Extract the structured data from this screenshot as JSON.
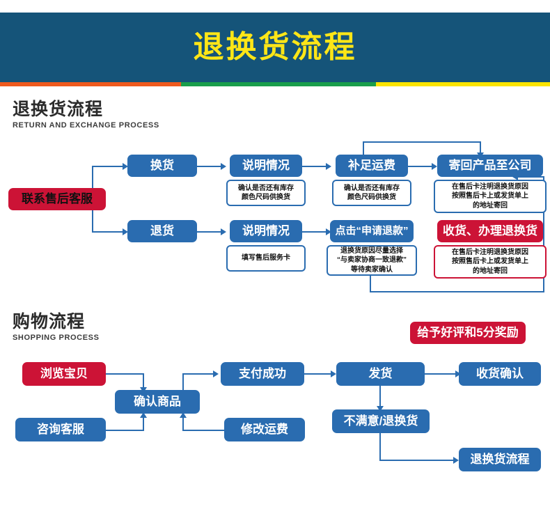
{
  "banner": {
    "title": "退换货流程"
  },
  "stripe_colors": {
    "orange": "#ef5a1e",
    "green": "#1a9e4b",
    "yellow": "#fbe400"
  },
  "theme": {
    "header_blue": "#155479",
    "node_blue": "#2a6cb0",
    "node_red": "#cc1336",
    "title_yellow": "#ffe617"
  },
  "sections": [
    {
      "cn": "退换货流程",
      "en": "RETURN AND EXCHANGE PROCESS"
    },
    {
      "cn": "购物流程",
      "en": "SHOPPING PROCESS"
    }
  ],
  "return_flow": {
    "start": {
      "label": "联系售后客服",
      "color": "red"
    },
    "row1": {
      "n1": {
        "label": "换货"
      },
      "n2": {
        "label": "说明情况",
        "note": "确认是否还有库存\n颜色尺码供换货"
      },
      "n3": {
        "label": "补足运费",
        "note": "确认是否还有库存\n颜色尺码供换货"
      },
      "n4": {
        "label": "寄回产品至公司",
        "note": "在售后卡注明退换货原因\n按照售后卡上或发货单上\n的地址寄回"
      }
    },
    "row2": {
      "n1": {
        "label": "退货"
      },
      "n2": {
        "label": "说明情况",
        "note": "填写售后服务卡"
      },
      "n3": {
        "label": "点击“申请退款”",
        "note": "退换货原因尽量选择\n“与卖家协商一致退款”\n等待卖家确认"
      },
      "n4": {
        "label": "收货、办理退换货",
        "note": "在售后卡注明退换货原因\n按照售后卡上或发货单上\n的地址寄回",
        "color": "red"
      }
    }
  },
  "shopping_flow": {
    "reward": {
      "label": "给予好评和5分奖励",
      "color": "red"
    },
    "nodes": {
      "browse": {
        "label": "浏览宝贝",
        "color": "red"
      },
      "consult": {
        "label": "咨询客服"
      },
      "confirm": {
        "label": "确认商品"
      },
      "paid": {
        "label": "支付成功"
      },
      "freight": {
        "label": "修改运费"
      },
      "ship": {
        "label": "发货"
      },
      "receive": {
        "label": "收货确认"
      },
      "unhappy": {
        "label": "不满意/退换货"
      },
      "returnp": {
        "label": "退换货流程"
      }
    }
  }
}
